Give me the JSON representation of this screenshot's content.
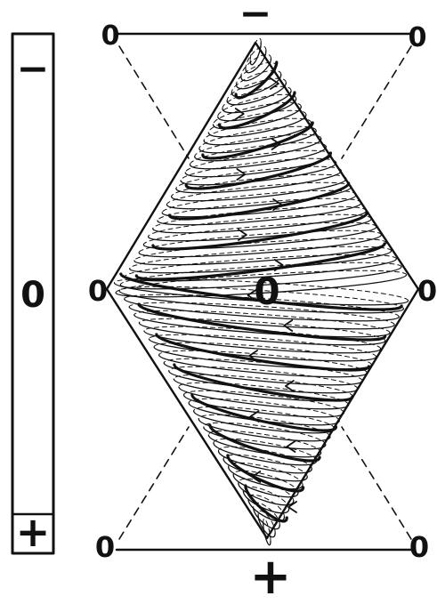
{
  "scale_bar": {
    "top_label": "−",
    "middle_label": "0",
    "bottom_label": "+"
  },
  "diagram": {
    "top_label": "−",
    "center_label": "0",
    "bottom_label": "+",
    "corner_labels": {
      "top_left": "0",
      "top_right": "0",
      "middle_left": "0",
      "middle_right": "0",
      "bottom_left": "0",
      "bottom_right": "0"
    }
  },
  "colors": {
    "ink": "#111111",
    "paper": "#ffffff"
  }
}
